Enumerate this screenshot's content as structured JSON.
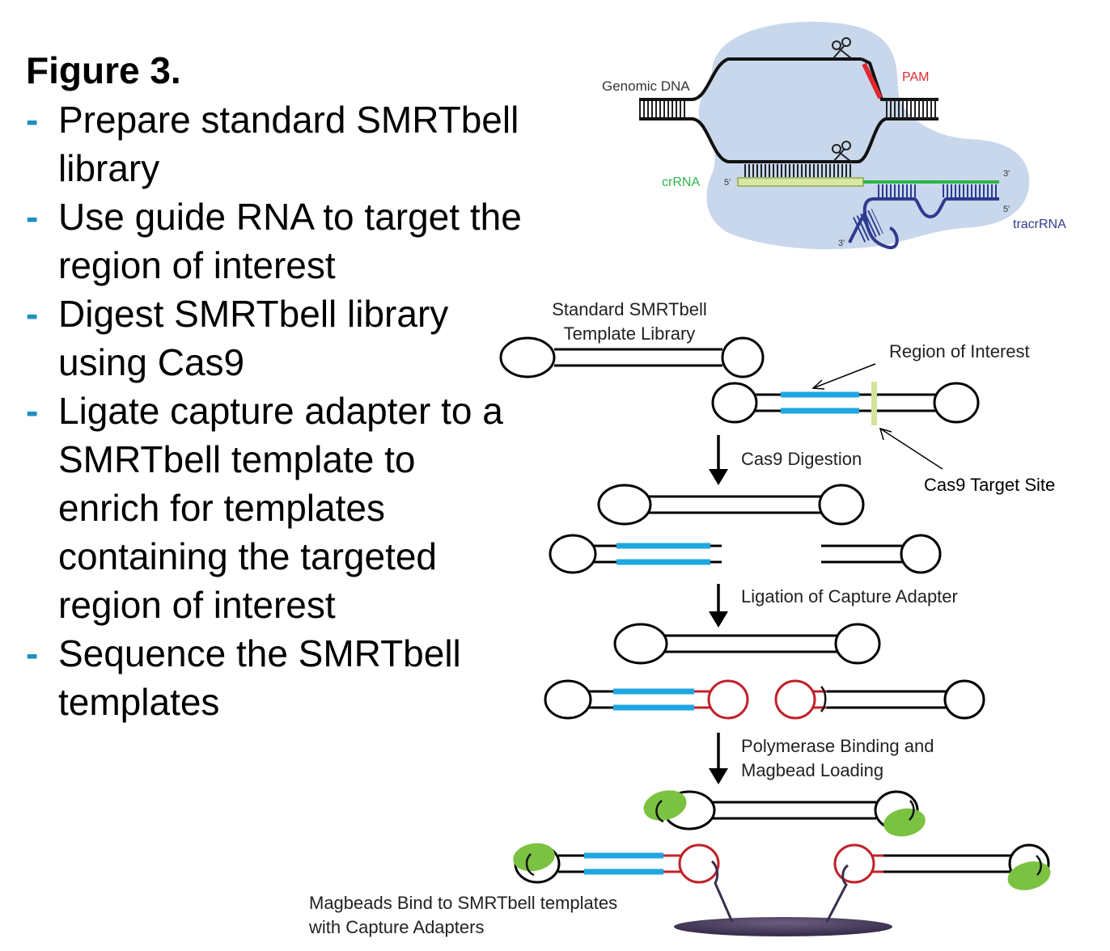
{
  "figure": {
    "title": "Figure 3.",
    "bullets": [
      "Prepare standard SMRTbell library",
      "Use guide RNA to target the region of interest",
      "Digest SMRTbell library using Cas9",
      "Ligate capture adapter to a SMRTbell template to enrich for templates containing the targeted region of interest",
      "Sequence the SMRTbell templates"
    ]
  },
  "cas9_complex": {
    "genomic_dna": "Genomic DNA",
    "pam": "PAM",
    "crrna": "crRNA",
    "tracrrna": "tracrRNA",
    "five_prime": "5'",
    "three_prime": "3'"
  },
  "workflow": {
    "standard_library": [
      "Standard SMRTbell",
      "Template Library"
    ],
    "region_of_interest": "Region of Interest",
    "cas9_target_site": "Cas9 Target Site",
    "step_digestion": "Cas9 Digestion",
    "step_ligation": "Ligation of Capture Adapter",
    "step_polymerase": [
      "Polymerase Binding and",
      "Magbead Loading"
    ],
    "magbeads_caption": [
      "Magbeads Bind to SMRTbell templates",
      "with Capture Adapters"
    ]
  },
  "colors": {
    "bullet_dash": "#1f8fc1",
    "region_of_interest": "#1ea7e1",
    "capture_adapter": "#c0222a",
    "magbead": "#7cc242",
    "complex_bg": "#c9d7ec",
    "pam": "#e0282e",
    "crrna": "#2fb34a",
    "tracrrna": "#2f3b8f"
  }
}
